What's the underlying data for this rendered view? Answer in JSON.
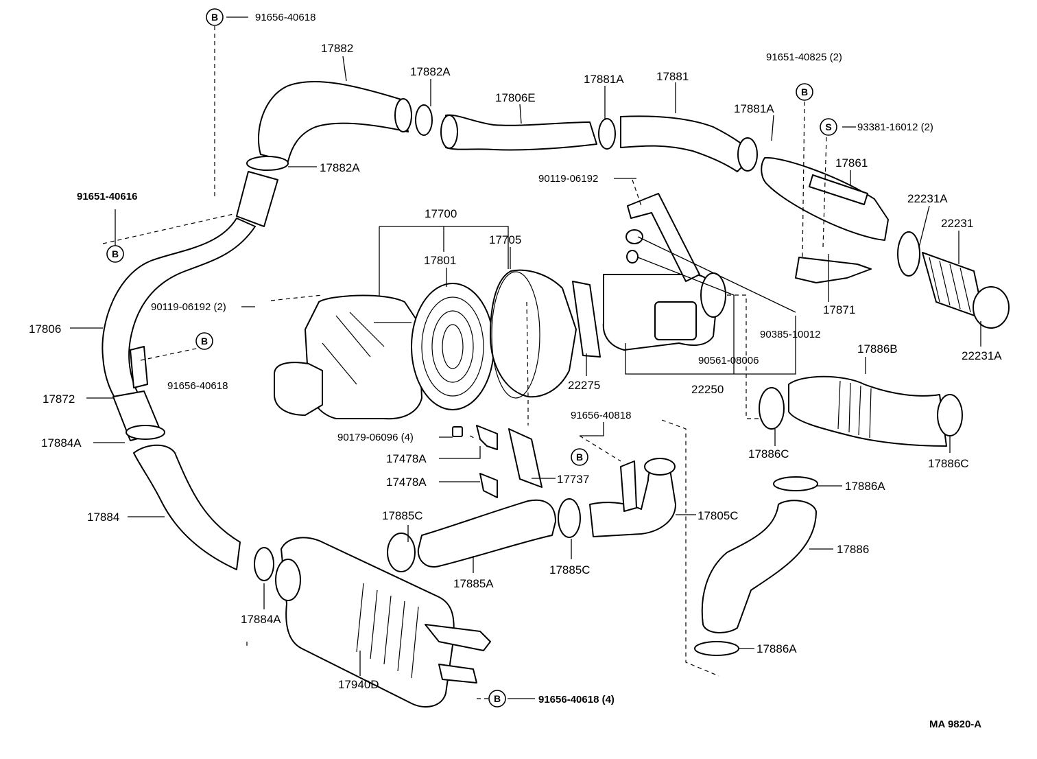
{
  "labels": {
    "p17882": "17882",
    "p17882A_top": "17882A",
    "p17882A_mid": "17882A",
    "p17806E": "17806E",
    "p17881A_top": "17881A",
    "p17881": "17881",
    "p17881A_right": "17881A",
    "p17861": "17861",
    "p22231A_top": "22231A",
    "p22231": "22231",
    "p17871": "17871",
    "p22231A_bot": "22231A",
    "p17700": "17700",
    "p17801": "17801",
    "p17705": "17705",
    "p17806": "17806",
    "p17872": "17872",
    "p17884A_left": "17884A",
    "p17884": "17884",
    "p17884A_bot": "17884A",
    "p17940D": "17940D",
    "p22275": "22275",
    "p22250": "22250",
    "p17886B": "17886B",
    "p17886C_left": "17886C",
    "p17886C_right": "17886C",
    "p17478A_1": "17478A",
    "p17478A_2": "17478A",
    "p17737": "17737",
    "p17885C_left": "17885C",
    "p17885A": "17885A",
    "p17885C_right": "17885C",
    "p17805C": "17805C",
    "p17886A_top": "17886A",
    "p17886": "17886",
    "p17886A_bot": "17886A"
  },
  "fasteners": {
    "f91656_40618_top": "91656-40618",
    "f91651_40616": "91651-40616",
    "f91656_40618_mid": "91656-40618",
    "f90119_06192": "90119-06192",
    "f90119_06192_2": "90119-06192 (2)",
    "f91651_40825": "91651-40825 (2)",
    "f93381_16012": "93381-16012 (2)",
    "f90385_10012": "90385-10012",
    "f90561_08006": "90561-08006",
    "f90179_06096": "90179-06096 (4)",
    "f91656_40818": "91656-40818",
    "f91656_40618_bot": "91656-40618 (4)"
  },
  "markers": {
    "b": "B",
    "s": "S"
  },
  "footer": {
    "code": "MA  9820-A"
  }
}
